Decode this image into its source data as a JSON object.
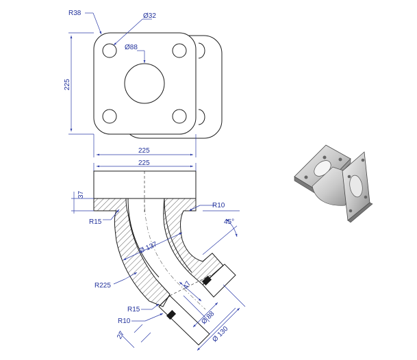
{
  "top_view": {
    "corner_radius_label": "R38",
    "bolt_hole_label": "Ø32",
    "bore_label": "Ø88",
    "height_label": "225",
    "width_label": "225"
  },
  "section_view": {
    "flange_width_label": "225",
    "flange_thickness_label": "37",
    "fillet_top_right_label": "R10",
    "fillet_top_left_label": "R15",
    "angle_label": "45°",
    "inner_diameter_label": "Ø 137",
    "bend_radius_label": "R225",
    "fillet_bottom_label": "R15",
    "fillet_bottom_small_label": "R10",
    "bottom_flange_thickness_label": "27",
    "spigot_length_label": "47",
    "spigot_diameter_label": "Ø 88",
    "outer_diameter_label": "Ø 130"
  },
  "colors": {
    "dimension": "#1f2f9a",
    "outline": "#1a1a1a",
    "hatch": "#333333"
  }
}
